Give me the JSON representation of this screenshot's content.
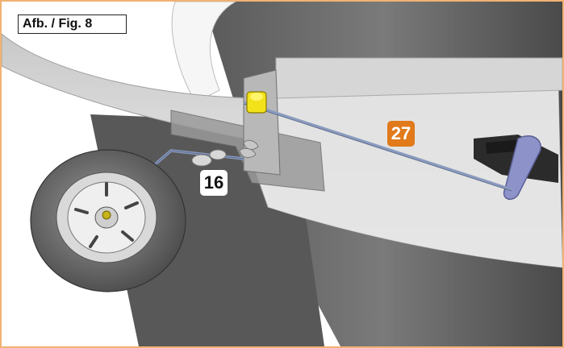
{
  "figure": {
    "label": "Afb. / Fig. 8",
    "callouts": {
      "pushrod_part": "27",
      "wheel_strut_part": "16"
    }
  },
  "colors": {
    "border": "#f0b272",
    "callout_27": "#e07a1a",
    "connector": "#f2e21a",
    "pushrod": "#8a9bbf"
  }
}
